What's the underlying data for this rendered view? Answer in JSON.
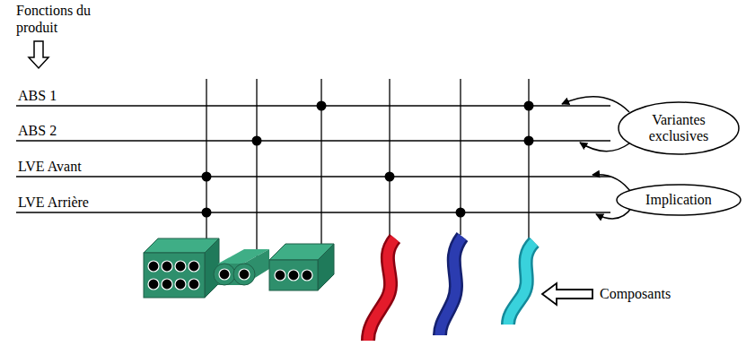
{
  "diagram": {
    "nodes": [
      {
        "text": [
          "Variantes exclusives"
        ]
      },
      {
        "text": [
          "Implication"
        ]
      }
    ],
    "labels": [
      "Fonctions du produit",
      "ABS 1",
      "ABS 2",
      "LVE Avant",
      "LVE Arrière",
      "Composants"
    ]
  }
}
